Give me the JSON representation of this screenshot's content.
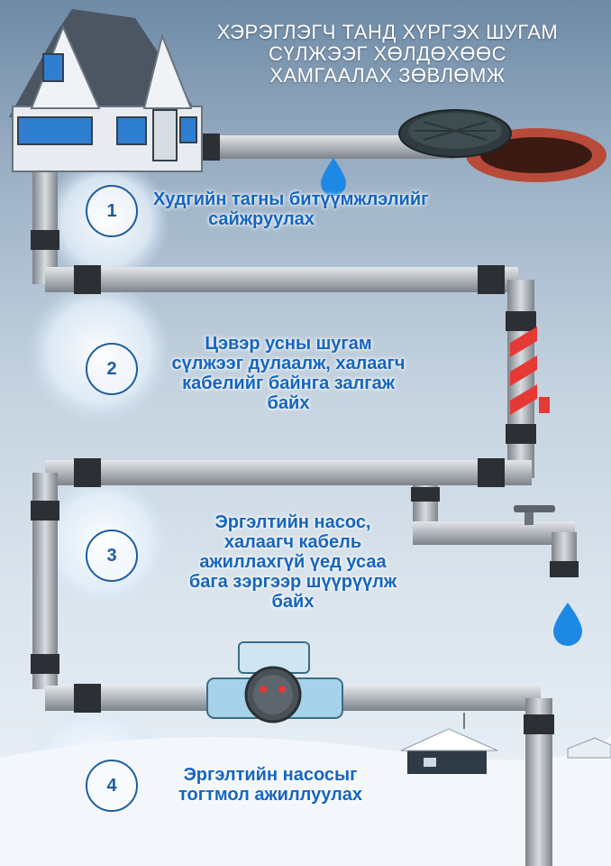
{
  "title": {
    "lines": [
      "ХЭРЭГЛЭГЧ ТАНД ХҮРГЭХ ШУГАМ",
      "СҮЛЖЭЭГ ХӨЛДӨХӨӨС",
      "ХАМГААЛАХ ЗӨВЛӨМЖ"
    ]
  },
  "tips": [
    {
      "number": "1",
      "lines": [
        "Худгийн тагны битүүмжлэлийг",
        "сайжруулах"
      ]
    },
    {
      "number": "2",
      "lines": [
        "Цэвэр усны шугам",
        "сүлжээг дулаалж, халаагч",
        "кабелийг байнга залгаж",
        "байх"
      ]
    },
    {
      "number": "3",
      "lines": [
        "Эргэлтийн насос,",
        "халаагч кабель",
        "ажиллахгүй  үед усаа",
        "бага зэргээр шүүрүүлж",
        "байх"
      ]
    },
    {
      "number": "4",
      "lines": [
        "Эргэлтийн насосыг",
        "тогтмол ажиллуулах"
      ]
    }
  ],
  "colors": {
    "text_accent": "#1565c0",
    "pipe": "#a9adb3",
    "pipe_joint": "#2c2f33",
    "heating_cable": "#e53935",
    "water_drop": "#1e88e5"
  },
  "icons": [
    "house-icon",
    "manhole-icon",
    "water-drop-icon",
    "heating-cable-icon",
    "faucet-icon",
    "pump-icon",
    "snowy-house-icon"
  ]
}
